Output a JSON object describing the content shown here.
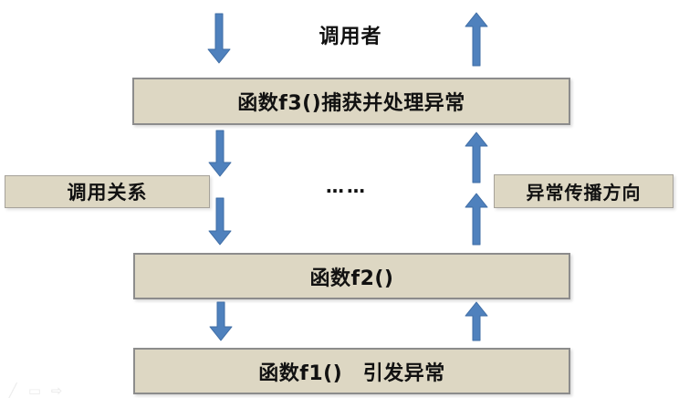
{
  "diagram": {
    "caller_label": "调用者",
    "dots": "……",
    "legend_left": "调用关系",
    "legend_right": "异常传播方向",
    "boxes": {
      "f3": "函数f3()捕获并处理异常",
      "f2": "函数f2()",
      "f1": "函数f1()　引发异常"
    },
    "colors": {
      "box_fill": "#ddd7c3",
      "box_border": "#8c8c8c",
      "legend_border": "#a6a29a",
      "arrow_fill": "#4f81bd",
      "arrow_stroke": "#3f6da5",
      "text": "#111111",
      "background": "#ffffff"
    }
  },
  "watermark": {
    "icons": [
      {
        "name": "pencil-icon",
        "glyph": "╱"
      },
      {
        "name": "slide-icon",
        "glyph": "▭"
      },
      {
        "name": "next-arrow-icon",
        "glyph": "⇨"
      }
    ]
  }
}
